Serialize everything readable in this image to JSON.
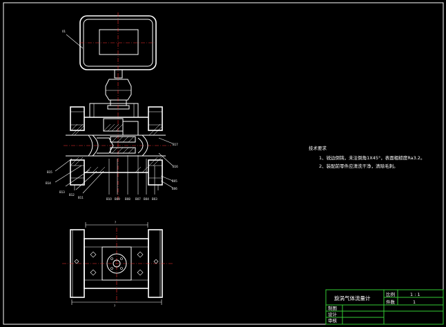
{
  "tech_requirements": {
    "title": "技术要求",
    "items": [
      "1、锐边倒钝，未注倒角1X45°，表面粗糙度Ra3.2。",
      "2、装配前零件应清洗干净，清除毛刺。"
    ]
  },
  "title_block": {
    "drawing_name": "旋涡气体流量计",
    "scale_label": "比例",
    "scale_value": "1 : 1",
    "qty_label": "件数",
    "qty_value": "1",
    "drawn_label": "制图",
    "design_label": "设计",
    "review_label": "审核"
  },
  "callouts": {
    "display": "01",
    "right_1": "B17",
    "right_2": "B16",
    "right_3": "B05",
    "right_4": "B06",
    "left_1": "B15",
    "left_2": "B14",
    "left_3": "B13",
    "left_4": "B12",
    "left_5": "B11",
    "bottom_1": "B10",
    "bottom_2": "B09",
    "bottom_3": "B08",
    "bottom_4": "B07",
    "bottom_5": "B04",
    "bottom_6": "B03"
  },
  "dimensions": {
    "top_width": "?",
    "bottom_width": "?"
  }
}
